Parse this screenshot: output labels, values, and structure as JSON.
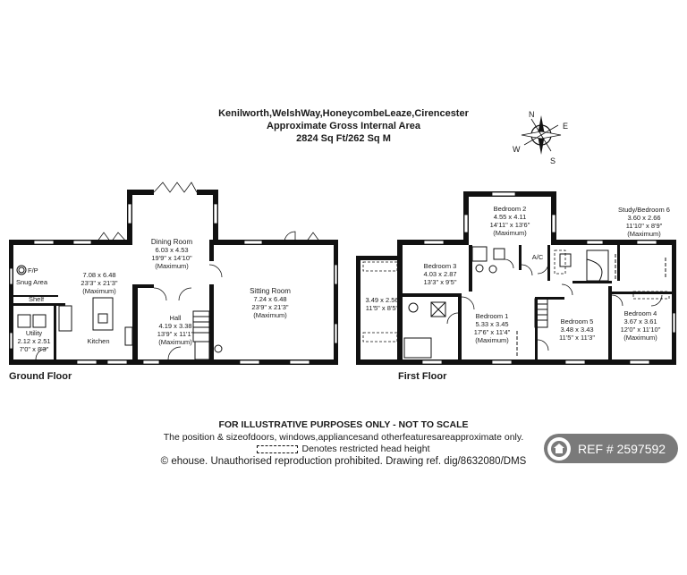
{
  "header": {
    "address": "Kenilworth,WelshWay,HoneycombeLeaze,Cirencester",
    "area_label": "Approximate Gross Internal Area",
    "area_value": "2824 Sq Ft/262 Sq M"
  },
  "compass": {
    "n": "N",
    "e": "E",
    "s": "S",
    "w": "W"
  },
  "floors": {
    "ground": "Ground Floor",
    "first": "First Floor"
  },
  "rooms": {
    "dining": {
      "name": "Dining Room",
      "metric": "6.03 x 4.53",
      "imperial": "19'9\" x 14'10\"",
      "note": "(Maximum)"
    },
    "kitchen_area": {
      "metric": "7.08 x 6.48",
      "imperial": "23'3\" x 21'3\"",
      "note": "(Maximum)"
    },
    "fp": "F/P",
    "snug": "Snug Area",
    "shelf": "Shelf",
    "utility": {
      "name": "Utility",
      "metric": "2.12 x 2.51",
      "imperial": "7'0\" x 8'3\""
    },
    "kitchen": "Kitchen",
    "hall": {
      "name": "Hall",
      "metric": "4.19 x 3.38",
      "imperial": "13'9\" x 11'1\"",
      "note": "(Maximum)"
    },
    "sitting": {
      "name": "Sitting Room",
      "metric": "7.24 x 6.48",
      "imperial": "23'9\" x 21'3\"",
      "note": "(Maximum)"
    },
    "bed2": {
      "name": "Bedroom 2",
      "metric": "4.55 x 4.11",
      "imperial": "14'11\" x 13'6\"",
      "note": "(Maximum)"
    },
    "study": {
      "name": "Study/Bedroom 6",
      "metric": "3.60 x 2.66",
      "imperial": "11'10\" x 8'9\"",
      "note": "(Maximum)"
    },
    "bed3": {
      "name": "Bedroom  3",
      "metric": "4.03 x 2.87",
      "imperial": "13'3\" x 9'5\""
    },
    "ac": "A/C",
    "landing_room": {
      "metric": "3.49 x 2.56",
      "imperial": "11'5\" x 8'5\""
    },
    "bed1": {
      "name": "Bedroom 1",
      "metric": "5.33 x 3.45",
      "imperial": "17'6\" x 11'4\"",
      "note": "(Maximum)"
    },
    "bed5": {
      "name": "Bedroom 5",
      "metric": "3.48 x 3.43",
      "imperial": "11'5\" x 11'3\""
    },
    "bed4": {
      "name": "Bedroom 4",
      "metric": "3.67 x 3.61",
      "imperial": "12'0\" x 11'10\"",
      "note": "(Maximum)"
    }
  },
  "footer": {
    "disclaimer": "FOR ILLUSTRATIVE PURPOSES ONLY - NOT TO SCALE",
    "line2": "The position & sizeofdoors, windows,appliancesand otherfeaturesareapproximate only.",
    "restricted": "Denotes restricted head height",
    "copyright": "© ehouse. Unauthorised reproduction prohibited. Drawing ref. dig/8632080/DMS"
  },
  "badge": {
    "text": "REF # 2597592"
  }
}
